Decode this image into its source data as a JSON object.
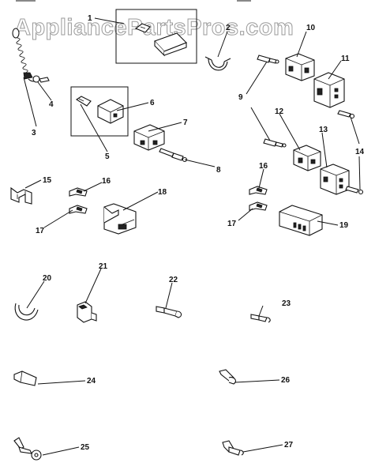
{
  "watermark": "AppliancePartsPros.com",
  "callouts": [
    "1",
    "2",
    "3",
    "4",
    "5",
    "6",
    "7",
    "8",
    "9",
    "9",
    "10",
    "11",
    "12",
    "13",
    "14",
    "14",
    "15",
    "16",
    "16",
    "17",
    "17",
    "18",
    "19",
    "20",
    "21",
    "22",
    "23",
    "24",
    "25",
    "26",
    "27"
  ],
  "icons": [
    "terminal-icon",
    "connector-housing-icon",
    "wire-clip-icon",
    "ring-terminal-icon",
    "ground-wire-icon"
  ]
}
